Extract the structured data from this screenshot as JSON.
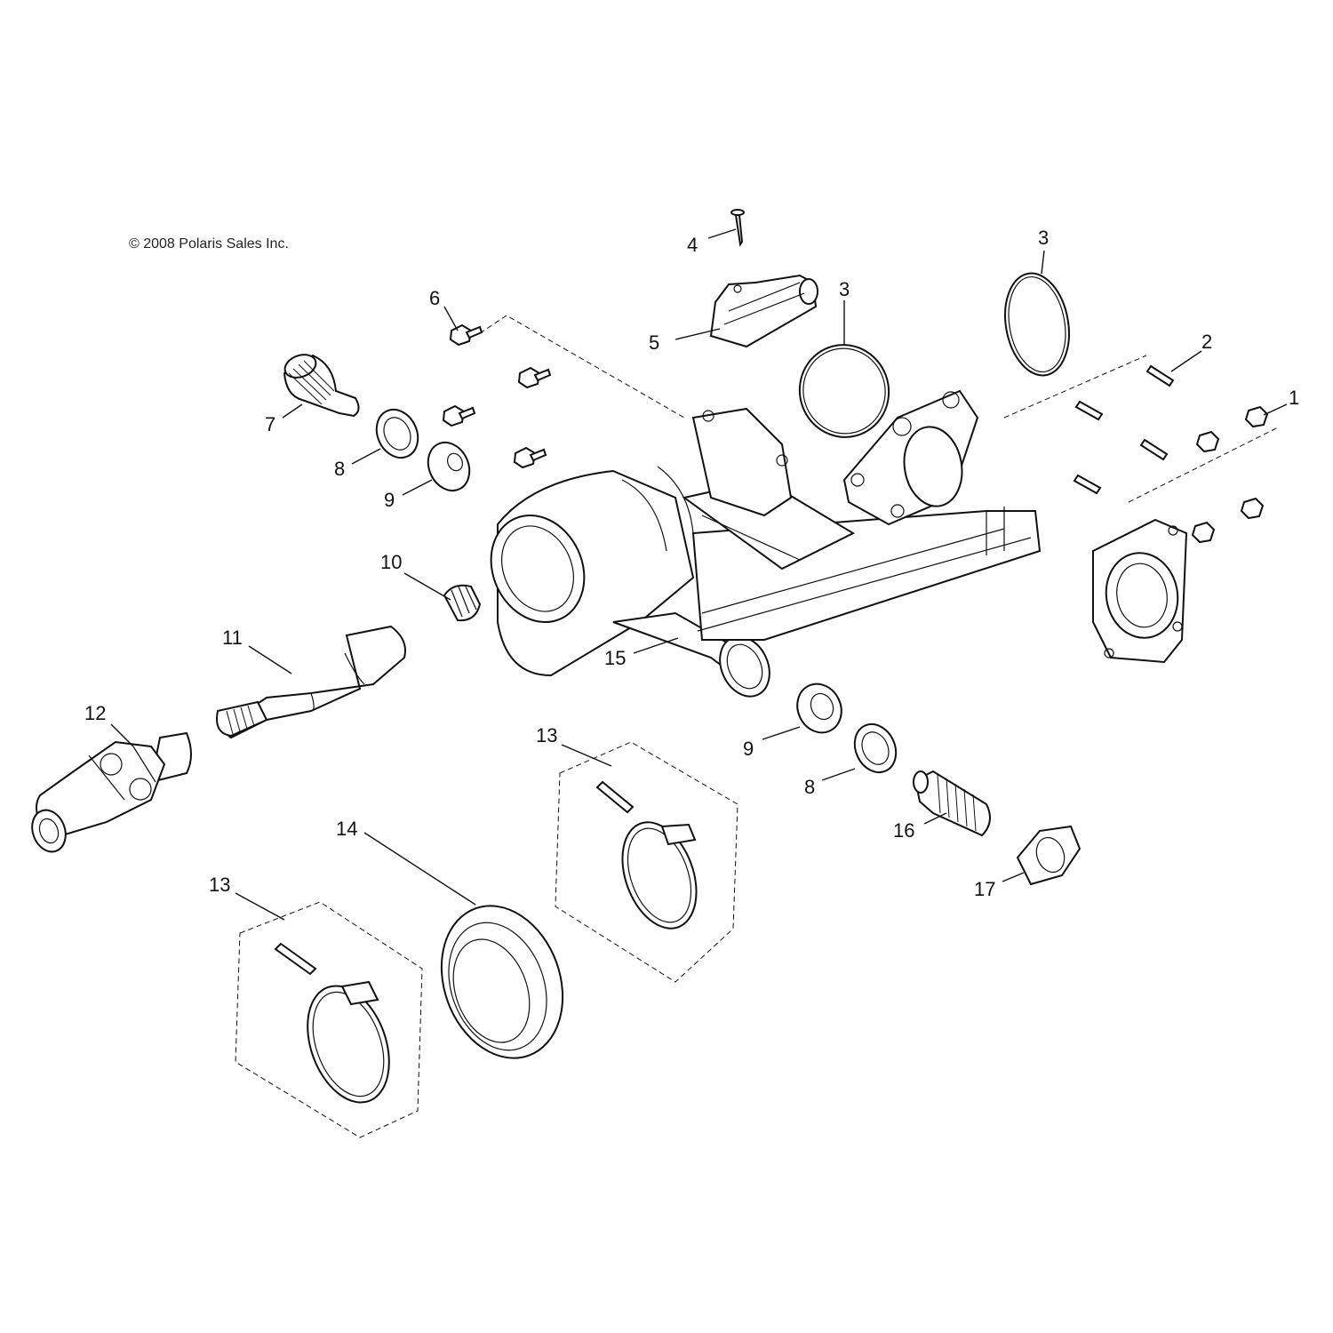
{
  "copyright": "© 2008 Polaris Sales Inc.",
  "callouts": [
    {
      "id": "c1",
      "label": "1"
    },
    {
      "id": "c2",
      "label": "2"
    },
    {
      "id": "c3a",
      "label": "3"
    },
    {
      "id": "c3b",
      "label": "3"
    },
    {
      "id": "c4",
      "label": "4"
    },
    {
      "id": "c5",
      "label": "5"
    },
    {
      "id": "c6",
      "label": "6"
    },
    {
      "id": "c7",
      "label": "7"
    },
    {
      "id": "c8a",
      "label": "8"
    },
    {
      "id": "c8b",
      "label": "8"
    },
    {
      "id": "c9a",
      "label": "9"
    },
    {
      "id": "c9b",
      "label": "9"
    },
    {
      "id": "c10",
      "label": "10"
    },
    {
      "id": "c11",
      "label": "11"
    },
    {
      "id": "c12",
      "label": "12"
    },
    {
      "id": "c13a",
      "label": "13"
    },
    {
      "id": "c13b",
      "label": "13"
    },
    {
      "id": "c14",
      "label": "14"
    },
    {
      "id": "c15",
      "label": "15"
    },
    {
      "id": "c16",
      "label": "16"
    },
    {
      "id": "c17",
      "label": "17"
    }
  ]
}
